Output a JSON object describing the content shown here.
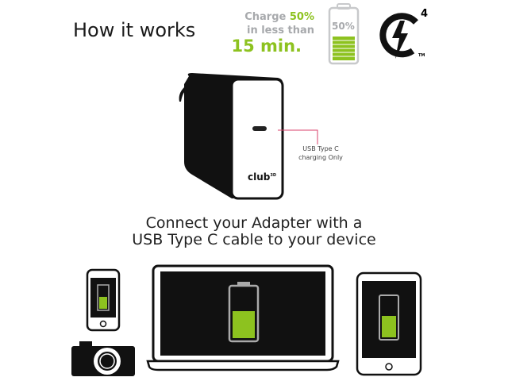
{
  "header": {
    "title": "How it works"
  },
  "promo": {
    "line1_prefix": "Charge ",
    "line1_highlight": "50%",
    "line2": "in less than",
    "line3": "15 min."
  },
  "battery_badge": {
    "label": "50%",
    "charge_percent": 50
  },
  "qc_logo": {
    "version": "4",
    "trademark": "TM"
  },
  "adapter": {
    "brand": "club",
    "brand_sup": "3D",
    "port_label_1": "USB Type C",
    "port_label_2": "charging Only"
  },
  "caption": {
    "line1": "Connect your Adapter with a",
    "line2": "USB Type C cable to your device"
  },
  "colors": {
    "accent_green": "#8dc21f",
    "callout_pink": "#d9426b",
    "grey": "#a7a9ac"
  }
}
